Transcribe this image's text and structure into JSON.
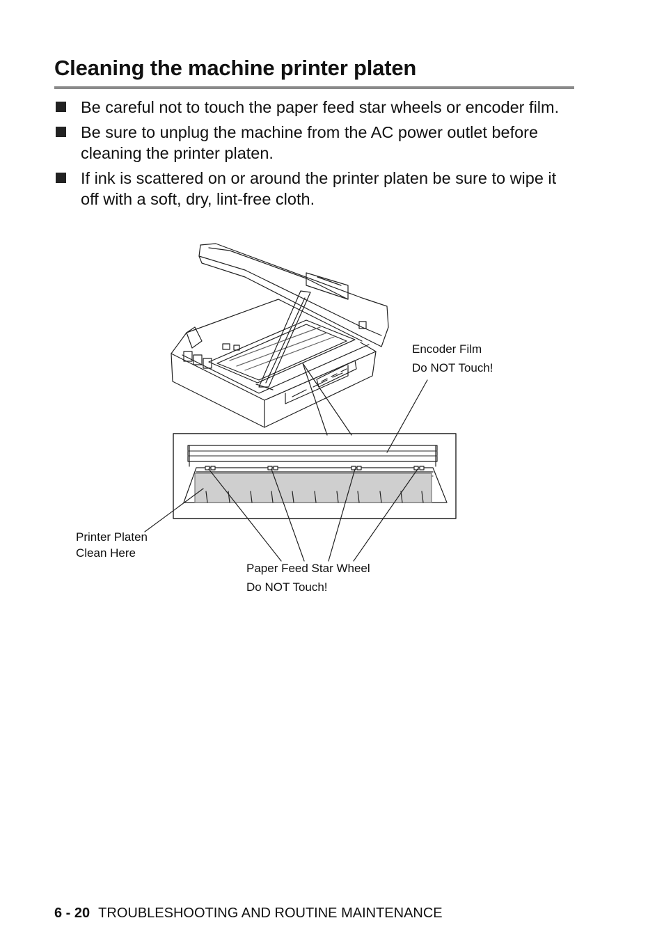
{
  "title": "Cleaning the machine printer platen",
  "bullets": [
    "Be careful not to touch the paper feed star wheels or encoder film.",
    "Be sure to unplug the machine from the AC power outlet before cleaning the printer platen.",
    "If ink is scattered on or around the printer platen be sure to wipe it off with a soft, dry, lint-free cloth."
  ],
  "figure": {
    "encoder_label_1": "Encoder Film",
    "encoder_label_2": "Do NOT Touch!",
    "platen_label_1": "Printer Platen",
    "platen_label_2": "Clean Here",
    "star_label_1": "Paper Feed Star Wheel",
    "star_label_2": "Do NOT Touch!"
  },
  "footer": {
    "page_number": "6 - 20",
    "section": "TROUBLESHOOTING AND ROUTINE MAINTENANCE"
  }
}
